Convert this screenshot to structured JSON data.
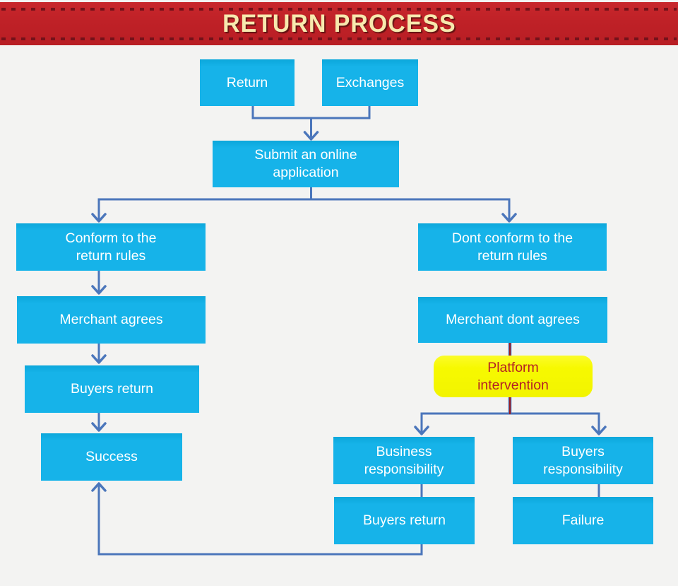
{
  "banner": {
    "title": "RETURN PROCESS"
  },
  "colors": {
    "banner_bg": "#bf2127",
    "banner_dash": "#74121a",
    "banner_text": "#f7e9ae",
    "node_fill": "#16b3e9",
    "node_text": "#ffffff",
    "connector_blue": "#4b76bb",
    "connector_red": "#9c1c22",
    "highlight_fill": "#f7f900",
    "highlight_text": "#b42025",
    "page_bg": "#f3f3f2"
  },
  "nodes": {
    "return": {
      "label": "Return"
    },
    "exchanges": {
      "label": "Exchanges"
    },
    "submit": {
      "label": "Submit an online\napplication"
    },
    "conform": {
      "label": "Conform to the\nreturn rules"
    },
    "dont_conform": {
      "label": "Dont conform to the\nreturn rules"
    },
    "merchant_agrees": {
      "label": "Merchant agrees"
    },
    "merchant_dont_agrees": {
      "label": "Merchant dont agrees"
    },
    "platform_intervention": {
      "label": "Platform\nintervention",
      "highlight": true
    },
    "buyers_return_left": {
      "label": "Buyers return"
    },
    "success": {
      "label": "Success"
    },
    "business_responsibility": {
      "label": "Business\nresponsibility"
    },
    "buyers_responsibility": {
      "label": "Buyers\nresponsibility"
    },
    "buyers_return_right": {
      "label": "Buyers return"
    },
    "failure": {
      "label": "Failure"
    }
  },
  "edges": [
    {
      "from": "return",
      "to": "submit"
    },
    {
      "from": "exchanges",
      "to": "submit"
    },
    {
      "from": "submit",
      "to": "conform"
    },
    {
      "from": "submit",
      "to": "dont_conform"
    },
    {
      "from": "conform",
      "to": "merchant_agrees"
    },
    {
      "from": "merchant_agrees",
      "to": "buyers_return_left"
    },
    {
      "from": "buyers_return_left",
      "to": "success"
    },
    {
      "from": "dont_conform",
      "to": "merchant_dont_agrees"
    },
    {
      "from": "merchant_dont_agrees",
      "to": "platform_intervention"
    },
    {
      "from": "platform_intervention",
      "to": "business_responsibility"
    },
    {
      "from": "platform_intervention",
      "to": "buyers_responsibility"
    },
    {
      "from": "business_responsibility",
      "to": "buyers_return_right"
    },
    {
      "from": "buyers_responsibility",
      "to": "failure"
    },
    {
      "from": "buyers_return_right",
      "to": "success"
    }
  ]
}
